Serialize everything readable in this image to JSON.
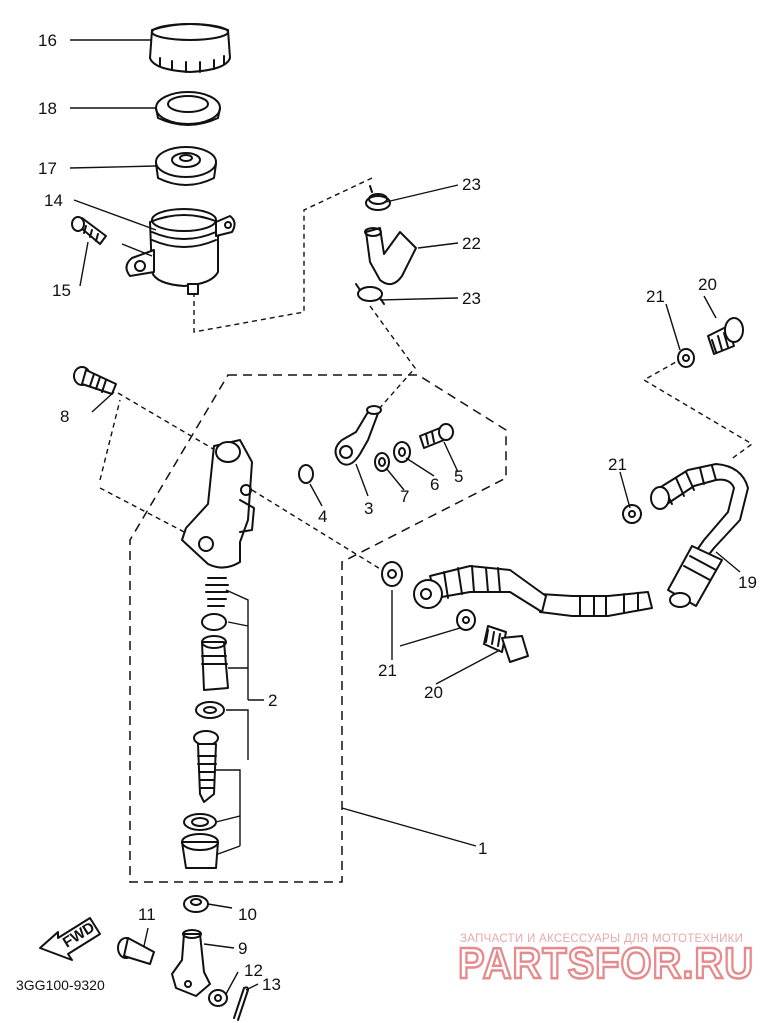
{
  "diagram_code": "3GG100-9320",
  "fwd_label": "FWD",
  "watermark": {
    "line1": "ЗАПЧАСТИ И АКСЕССУАРЫ ДЛЯ МОТОТЕХНИКИ",
    "line2": "PARTSFOR.RU"
  },
  "callouts": {
    "p1": "1",
    "p2": "2",
    "p3": "3",
    "p4": "4",
    "p5": "5",
    "p6": "6",
    "p7": "7",
    "p8": "8",
    "p9": "9",
    "p10": "10",
    "p11": "11",
    "p12": "12",
    "p13": "13",
    "p14": "14",
    "p15": "15",
    "p16": "16",
    "p17": "17",
    "p18": "18",
    "p19": "19",
    "p20a": "20",
    "p20b": "20",
    "p21a": "21",
    "p21b": "21",
    "p21c": "21",
    "p22": "22",
    "p23a": "23",
    "p23b": "23"
  }
}
